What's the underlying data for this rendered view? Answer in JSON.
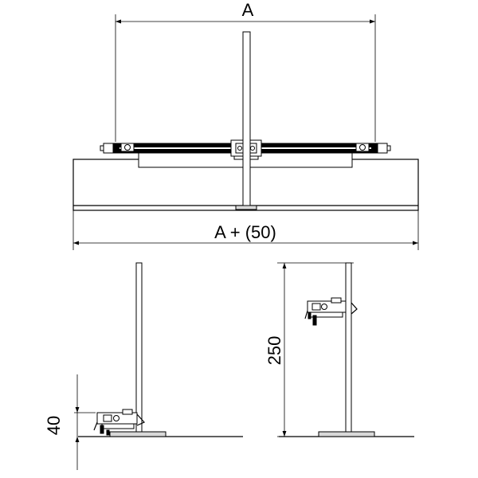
{
  "dimensions": {
    "top_width": "A",
    "bottom_width": "A + (50)",
    "left_height": "40",
    "right_height": "250"
  }
}
